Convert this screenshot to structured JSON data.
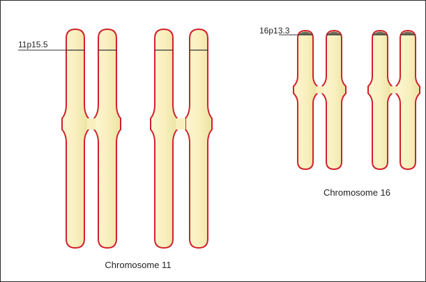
{
  "colors": {
    "chromatid_fill": "#fbf3c4",
    "chromatid_shade": "#ede7a6",
    "outline": "#d0202a",
    "band_line": "#333333",
    "band_dark": "#6b6b57",
    "frame": "#2a2a2a"
  },
  "chromosome11": {
    "band_label": "11p15.5",
    "caption": "Chromosome 11"
  },
  "chromosome16": {
    "band_label": "16p13.3",
    "caption": "Chromosome 16"
  }
}
